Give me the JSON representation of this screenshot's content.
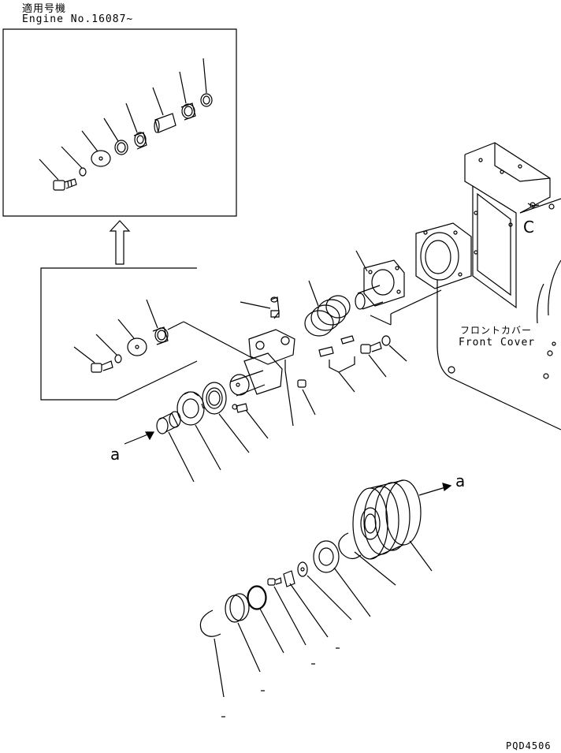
{
  "header": {
    "applicable_models_jp": "適用号機",
    "engine_range": "Engine No.16087~"
  },
  "labels": {
    "front_cover_jp": "フロントカバー",
    "front_cover_en": "Front Cover",
    "view_a_left": "a",
    "view_a_right": "a",
    "cover_edge_letter": "C"
  },
  "footer": {
    "drawing_code": "PQD4506"
  }
}
